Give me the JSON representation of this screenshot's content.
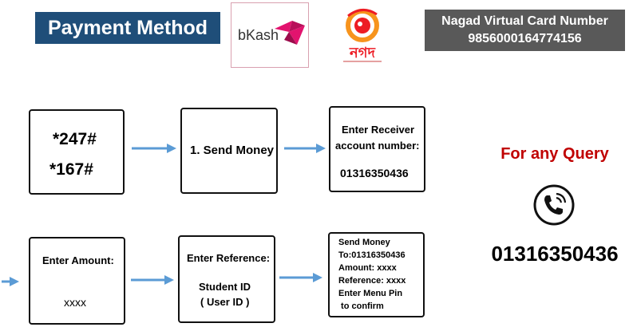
{
  "header": {
    "title": "Payment Method",
    "bkash_logo_text": "bKash",
    "nagad_logo_text": "নগদ",
    "card_label": "Nagad Virtual Card Number",
    "card_number": "9856000164774156"
  },
  "steps": {
    "dial_code_1": "*247#",
    "dial_code_2": "*167#",
    "send_money": "1. Send Money",
    "receiver_label_1": "Enter Receiver",
    "receiver_label_2": "account number:",
    "receiver_number": "01316350436",
    "amount_label": "Enter Amount:",
    "amount_value": "xxxx",
    "reference_label": "Enter Reference:",
    "reference_value_1": "Student ID",
    "reference_value_2": "( User ID )",
    "confirm_lines": [
      "Send Money",
      "To:01316350436",
      "Amount: xxxx",
      "Reference: xxxx",
      "Enter Menu Pin",
      " to confirm"
    ]
  },
  "query": {
    "title": "For any Query",
    "icon": "phone-icon",
    "number": "01316350436"
  },
  "colors": {
    "title_bg": "#1f4e79",
    "card_bg": "#595959",
    "arrow": "#5b9bd5",
    "query_title": "#c00000",
    "bkash_pink": "#e2136e"
  }
}
